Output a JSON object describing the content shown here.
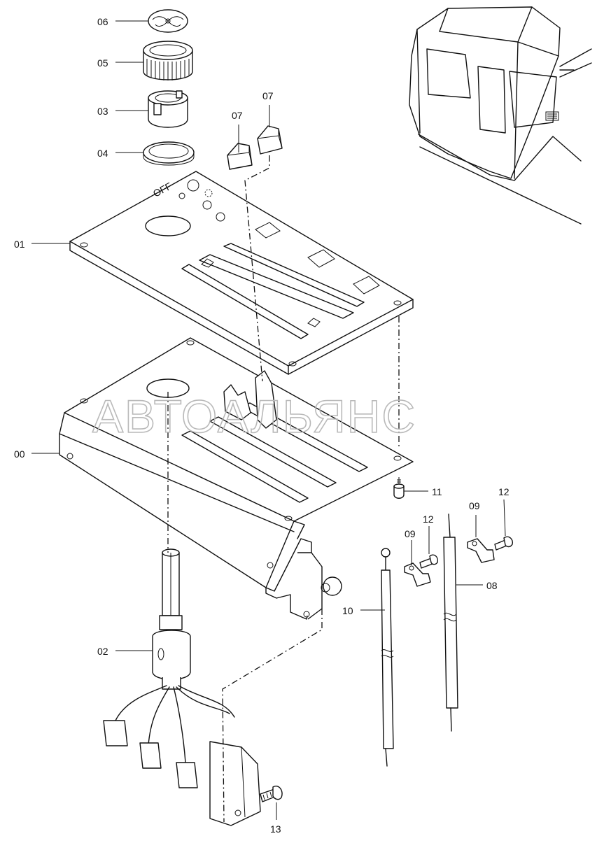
{
  "callouts": [
    {
      "id": "label-06",
      "text": "06"
    },
    {
      "id": "label-05",
      "text": "05"
    },
    {
      "id": "label-03",
      "text": "03"
    },
    {
      "id": "label-04",
      "text": "04"
    },
    {
      "id": "label-07a",
      "text": "07"
    },
    {
      "id": "label-07b",
      "text": "07"
    },
    {
      "id": "label-01",
      "text": "01"
    },
    {
      "id": "label-00",
      "text": "00"
    },
    {
      "id": "label-11",
      "text": "11"
    },
    {
      "id": "label-12a",
      "text": "12"
    },
    {
      "id": "label-09a",
      "text": "09"
    },
    {
      "id": "label-12b",
      "text": "12"
    },
    {
      "id": "label-09b",
      "text": "09"
    },
    {
      "id": "label-08",
      "text": "08"
    },
    {
      "id": "label-10",
      "text": "10"
    },
    {
      "id": "label-02",
      "text": "02"
    },
    {
      "id": "label-13",
      "text": "13"
    }
  ],
  "panel_marking": "OFF",
  "watermark": "АВТОАЛЬЯНС",
  "colors": {
    "line": "#111111",
    "watermark": "#b9b9b9",
    "background": "#ffffff"
  }
}
